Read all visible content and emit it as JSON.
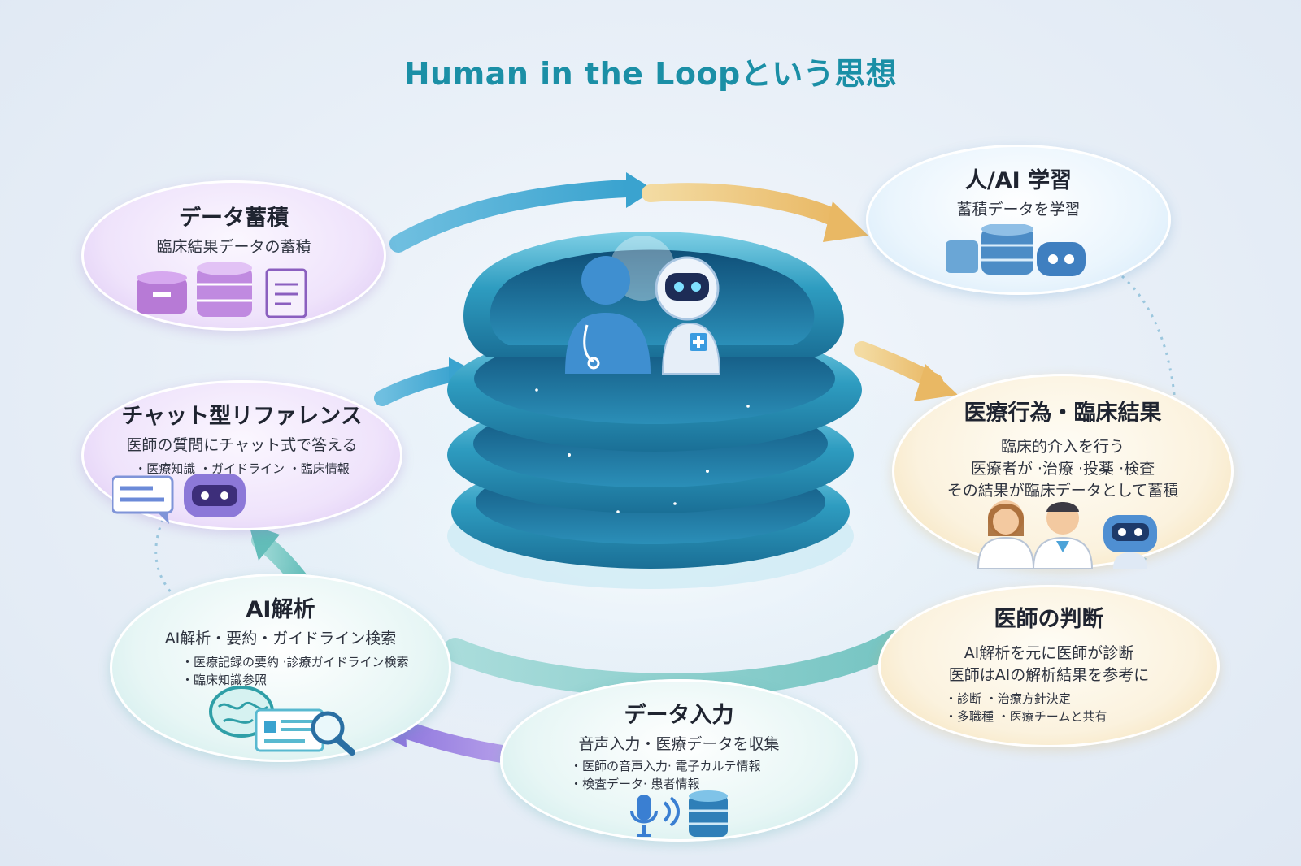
{
  "title": "Human in the Loopという思想",
  "nodes": {
    "data_storage": {
      "heading": "データ蓄積",
      "subtitle": "臨床結果データの蓄積",
      "icons": [
        "database-box-icon",
        "database-icon",
        "clipboard-icon"
      ],
      "color": "#c9a4ec"
    },
    "ai_learning": {
      "heading": "人/AI 学習",
      "subtitle": "蓄積データを学習",
      "icons": [
        "database-icon",
        "robot-icon"
      ],
      "color": "#9fcbea"
    },
    "chat_reference": {
      "heading": "チャット型リファレンス",
      "subtitle": "医師の質問にチャット式で答える",
      "bullet": "・医療知識 ・ガイドライン ・臨床情報",
      "icons": [
        "chat-bubble-icon",
        "robot-icon"
      ],
      "color": "#c9a4ec"
    },
    "medical_action": {
      "heading": "医療行為・臨床結果",
      "lines": [
        "臨床的介入を行う",
        "医療者が ·治療 ·投薬 ·検査",
        "その結果が臨床データとして蓄積"
      ],
      "icons": [
        "female-doctor-icon",
        "male-doctor-icon",
        "robot-icon"
      ],
      "color": "#efcb86"
    },
    "ai_analysis": {
      "heading": "AI解析",
      "subtitle": "AI解析・要約・ガイドライン検索",
      "bullets": [
        "・医療記録の要約 ·診療ガイドライン検索",
        "・臨床知識参照"
      ],
      "icons": [
        "brain-icon",
        "document-search-icon"
      ],
      "color": "#8fd3d0"
    },
    "doctor_judgment": {
      "heading": "医師の判断",
      "lines": [
        "AI解析を元に医師が診断",
        "医師はAIの解析結果を参考に"
      ],
      "bullets": [
        "・診断 ・治療方針決定",
        "・多職種 ・医療チームと共有"
      ],
      "color": "#efcb86"
    },
    "data_input": {
      "heading": "データ入力",
      "subtitle": "音声入力・医療データを収集",
      "bullets": [
        "・医師の音声入力· 電子カルテ情報",
        "・検査データ· 患者情報"
      ],
      "icons": [
        "microphone-icon",
        "sound-wave-icon",
        "database-icon"
      ],
      "color": "#8fd3d0"
    }
  },
  "center": {
    "icons": [
      "doctor-silhouette-icon",
      "robot-icon"
    ],
    "colors": {
      "spiral_dark": "#1f7fa6",
      "spiral_light": "#8fd6ea"
    }
  }
}
